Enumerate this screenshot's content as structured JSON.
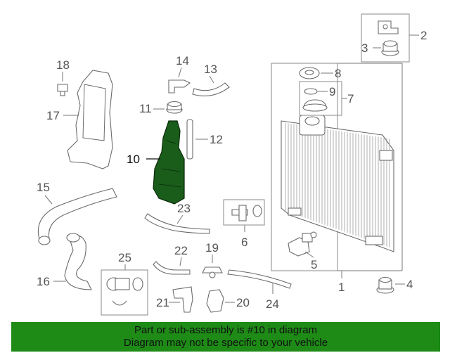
{
  "callouts": {
    "c1": "1",
    "c2": "2",
    "c3": "3",
    "c4": "4",
    "c5": "5",
    "c6": "6",
    "c7": "7",
    "c8": "8",
    "c9": "9",
    "c10": "10",
    "c11": "11",
    "c12": "12",
    "c13": "13",
    "c14": "14",
    "c15": "15",
    "c16": "16",
    "c17": "17",
    "c18": "18",
    "c19": "19",
    "c20": "20",
    "c21": "21",
    "c22": "22",
    "c23": "23",
    "c24": "24",
    "c25": "25"
  },
  "highlight": {
    "part": "10",
    "color": "#1a5c1a"
  },
  "banner": {
    "line1": "Part or sub-assembly is #10 in diagram",
    "line2": "Diagram may not be specific to your vehicle",
    "color": "#1e8b17"
  }
}
